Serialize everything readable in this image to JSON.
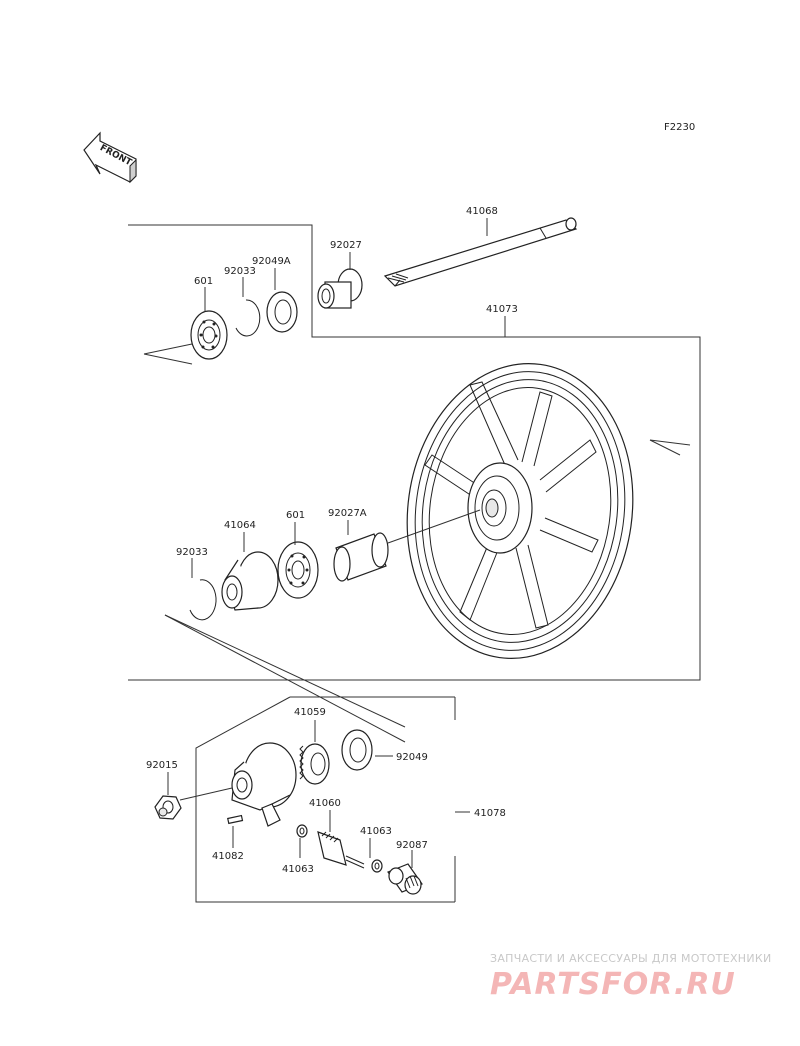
{
  "diagram_code": "F2230",
  "front_label": "FRONT",
  "parts": {
    "p41068": "41068",
    "p92027": "92027",
    "p92049A": "92049A",
    "p92033_top": "92033",
    "p601_top": "601",
    "p41073": "41073",
    "p41064": "41064",
    "p601_mid": "601",
    "p92027A": "92027A",
    "p92033_mid": "92033",
    "p41059": "41059",
    "p92049": "92049",
    "p92015": "92015",
    "p41060": "41060",
    "p41063_right": "41063",
    "p92087": "92087",
    "p41082": "41082",
    "p41063_left": "41063",
    "p41078": "41078"
  },
  "watermark": {
    "subtitle": "ЗАПЧАСТИ И АКСЕССУАРЫ ДЛЯ МОТОТЕХНИКИ",
    "logo": "PARTSFOR.RU"
  }
}
